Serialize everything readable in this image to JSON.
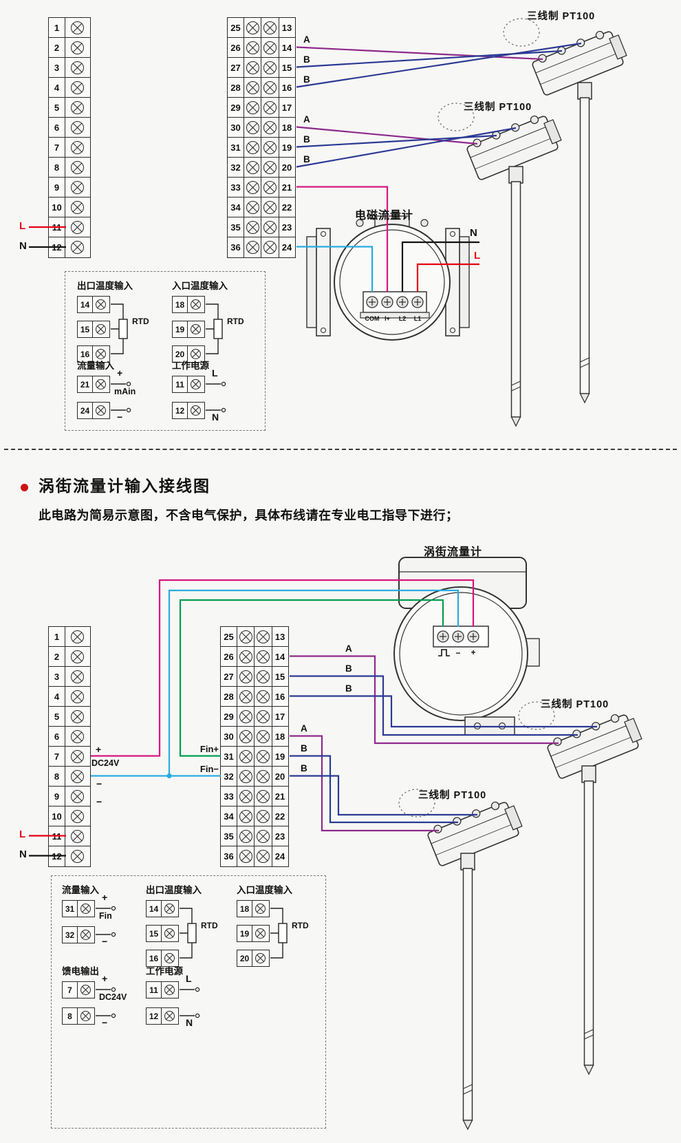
{
  "colors": {
    "purple": "#8e2a8c",
    "blue": "#2b3a94",
    "pink": "#d6157e",
    "red": "#e60012",
    "cyan": "#29abe2",
    "green": "#009e4f",
    "black": "#111111",
    "bullet": "#cc1111"
  },
  "section_title": {
    "title": "涡街流量计输入接线图",
    "warning": "此电路为简易示意图，不含电气保护，具体布线请在专业电工指导下进行；"
  },
  "top": {
    "left_block": [
      "1",
      "2",
      "3",
      "4",
      "5",
      "6",
      "7",
      "8",
      "9",
      "10",
      "11",
      "12"
    ],
    "right_block_left": [
      "25",
      "26",
      "27",
      "28",
      "29",
      "30",
      "31",
      "32",
      "33",
      "34",
      "35",
      "36"
    ],
    "right_block_right": [
      "13",
      "14",
      "15",
      "16",
      "17",
      "18",
      "19",
      "20",
      "21",
      "22",
      "23",
      "24"
    ],
    "wire_labels_upper": [
      "A",
      "B",
      "B"
    ],
    "wire_labels_lower": [
      "A",
      "B",
      "B"
    ],
    "mains": {
      "l": "L",
      "n": "N"
    },
    "sensor1_label": "三线制  PT100",
    "sensor2_label": "三线制  PT100",
    "flowmeter": {
      "title": "电磁流量计",
      "terminals": [
        "COM",
        "I+",
        "L2",
        "L1"
      ],
      "n": "N",
      "l": "L"
    },
    "legend": {
      "groups": [
        {
          "title": "出口温度输入",
          "type": "rtd",
          "terminals": [
            "14",
            "15",
            "16"
          ],
          "annotation": "RTD"
        },
        {
          "title": "入口温度输入",
          "type": "rtd",
          "terminals": [
            "18",
            "19",
            "20"
          ],
          "annotation": "RTD"
        },
        {
          "title": "流量输入",
          "type": "pm",
          "terminals": [
            "21",
            "24"
          ],
          "top": "+",
          "mid": "mAin",
          "bottom": "−"
        },
        {
          "title": "工作电源",
          "type": "pm",
          "terminals": [
            "11",
            "12"
          ],
          "top": "L",
          "mid": "",
          "bottom": "N"
        }
      ]
    }
  },
  "bottom": {
    "left_block": [
      "1",
      "2",
      "3",
      "4",
      "5",
      "6",
      "7",
      "8",
      "9",
      "10",
      "11",
      "12"
    ],
    "right_block_left": [
      "25",
      "26",
      "27",
      "28",
      "29",
      "30",
      "31",
      "32",
      "33",
      "34",
      "35",
      "36"
    ],
    "right_block_right": [
      "13",
      "14",
      "15",
      "16",
      "17",
      "18",
      "19",
      "20",
      "21",
      "22",
      "23",
      "24"
    ],
    "wire_labels_upper": [
      "A",
      "B",
      "B"
    ],
    "wire_labels_lower": [
      "A",
      "B",
      "B"
    ],
    "mains": {
      "l": "L",
      "n": "N"
    },
    "dc_labels": {
      "plus": "+",
      "name": "DC24V",
      "minus1": "−",
      "minus2": "−"
    },
    "fin_plus": "Fin+",
    "fin_minus": "Fin−",
    "sensor1_label": "三线制  PT100",
    "sensor2_label": "三线制  PT100",
    "flowmeter": {
      "title": "涡街流量计",
      "minus": "−",
      "plus": "+"
    },
    "legend": {
      "groups": [
        {
          "title": "流量输入",
          "type": "pm",
          "terminals": [
            "31",
            "32"
          ],
          "top": "+",
          "mid": "Fin",
          "bottom": "−"
        },
        {
          "title": "出口温度输入",
          "type": "rtd",
          "terminals": [
            "14",
            "15",
            "16"
          ],
          "annotation": "RTD"
        },
        {
          "title": "入口温度输入",
          "type": "rtd",
          "terminals": [
            "18",
            "19",
            "20"
          ],
          "annotation": "RTD"
        },
        {
          "title": "馈电输出",
          "type": "pm",
          "terminals": [
            "7",
            "8"
          ],
          "top": "+",
          "mid": "DC24V",
          "bottom": "−"
        },
        {
          "title": "工作电源",
          "type": "pm",
          "terminals": [
            "11",
            "12"
          ],
          "top": "L",
          "mid": "",
          "bottom": "N"
        }
      ]
    }
  }
}
